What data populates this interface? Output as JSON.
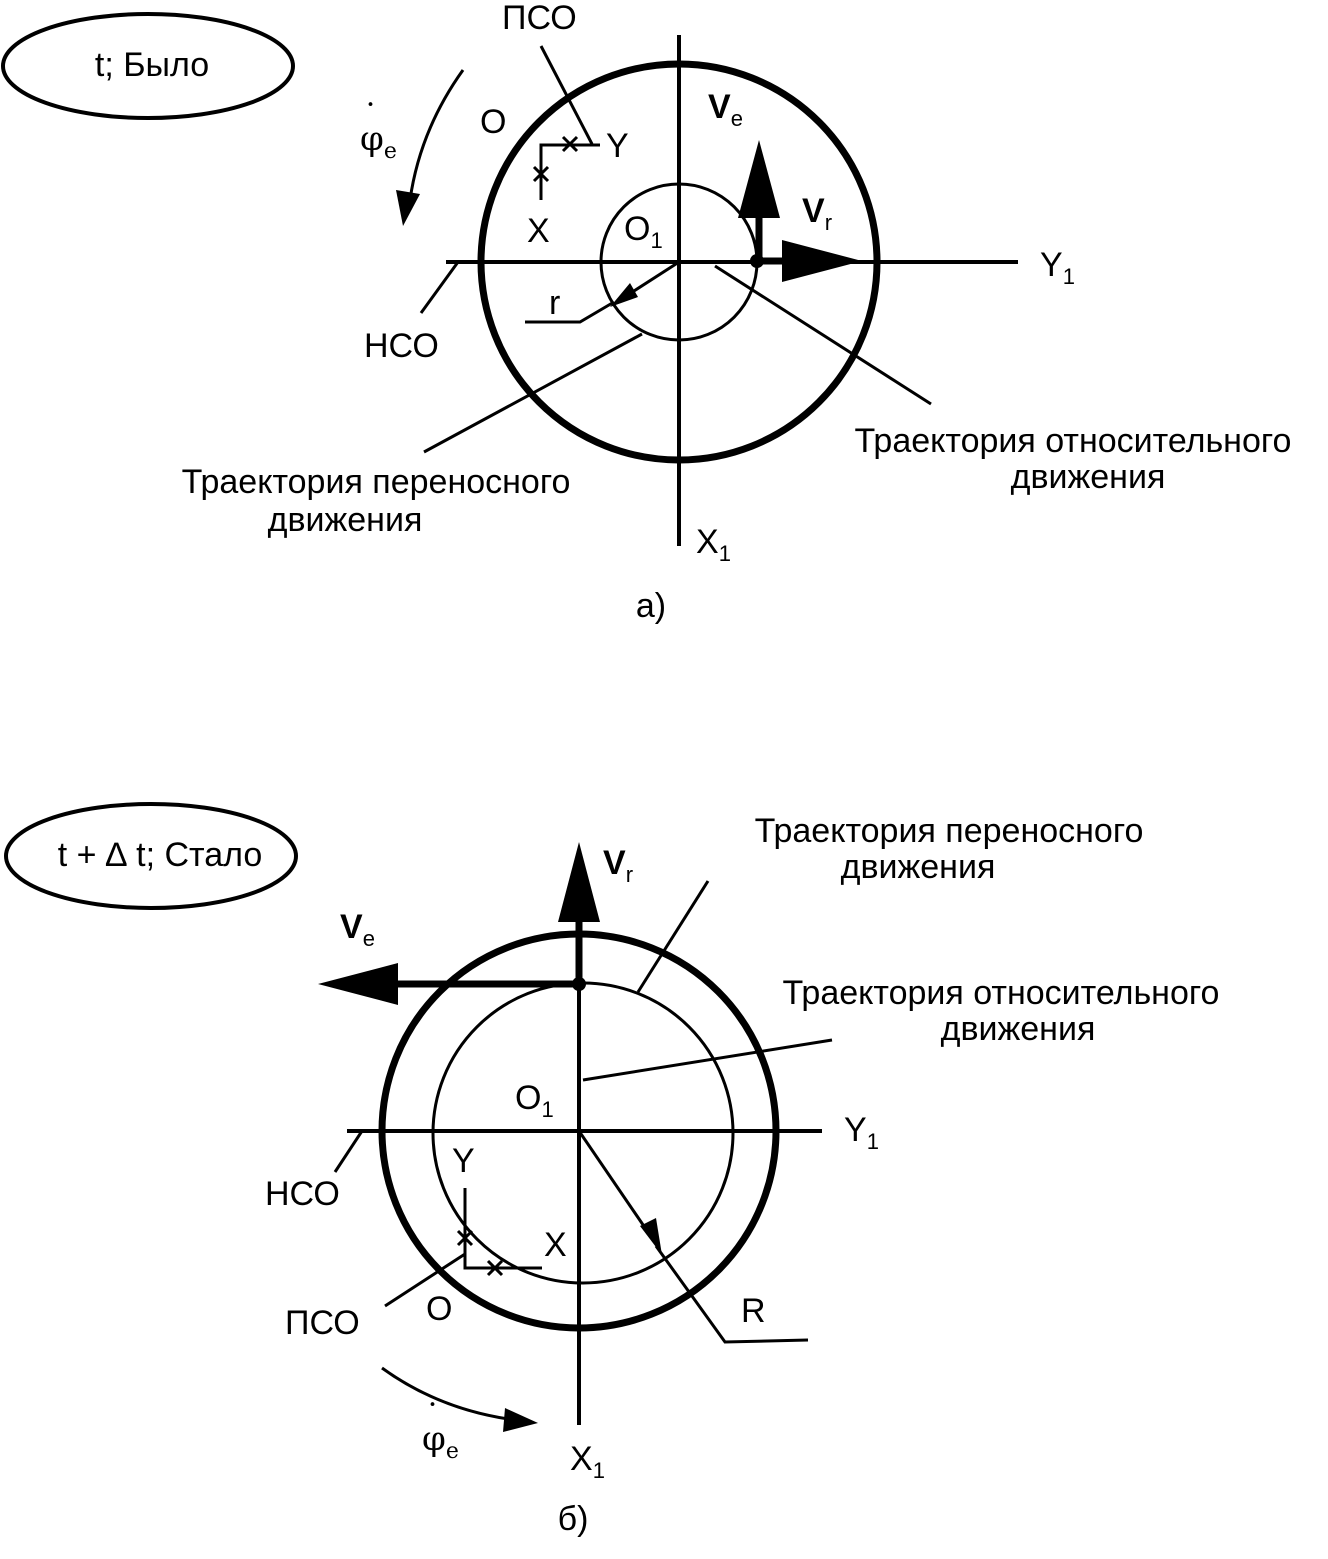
{
  "panel_a": {
    "state_label": "t; Было",
    "pso": "ПСО",
    "nso": "НСО",
    "origin_o": "O",
    "axis_x": "X",
    "axis_y": "Y",
    "origin_o1": "O",
    "origin_o1_sub": "1",
    "axis_x1": "X",
    "axis_x1_sub": "1",
    "axis_y1": "Y",
    "axis_y1_sub": "1",
    "radius_r": "r",
    "phi": "φ",
    "phi_dot": "˙",
    "phi_sub": "e",
    "ve": "V",
    "ve_sub": "e",
    "vr": "V",
    "vr_sub": "r",
    "traj_transport_line1": "Траектория переносного",
    "traj_transport_line2": "движения",
    "traj_relative_line1": "Траектория относительного",
    "traj_relative_line2": "движения",
    "caption": "а)"
  },
  "panel_b": {
    "state_label": "t + ∆ t; Стало",
    "pso": "ПСО",
    "nso": "НСО",
    "origin_o": "O",
    "axis_x": "X",
    "axis_y": "Y",
    "origin_o1": "O",
    "origin_o1_sub": "1",
    "axis_x1": "X",
    "axis_x1_sub": "1",
    "axis_y1": "Y",
    "axis_y1_sub": "1",
    "radius_r": "R",
    "phi": "φ",
    "phi_dot": "˙",
    "phi_sub": "e",
    "ve": "V",
    "ve_sub": "e",
    "vr": "V",
    "vr_sub": "r",
    "traj_transport_line1": "Траектория переносного",
    "traj_transport_line2": "движения",
    "traj_relative_line1": "Траектория относительного",
    "traj_relative_line2": "движения",
    "caption": "б)"
  }
}
